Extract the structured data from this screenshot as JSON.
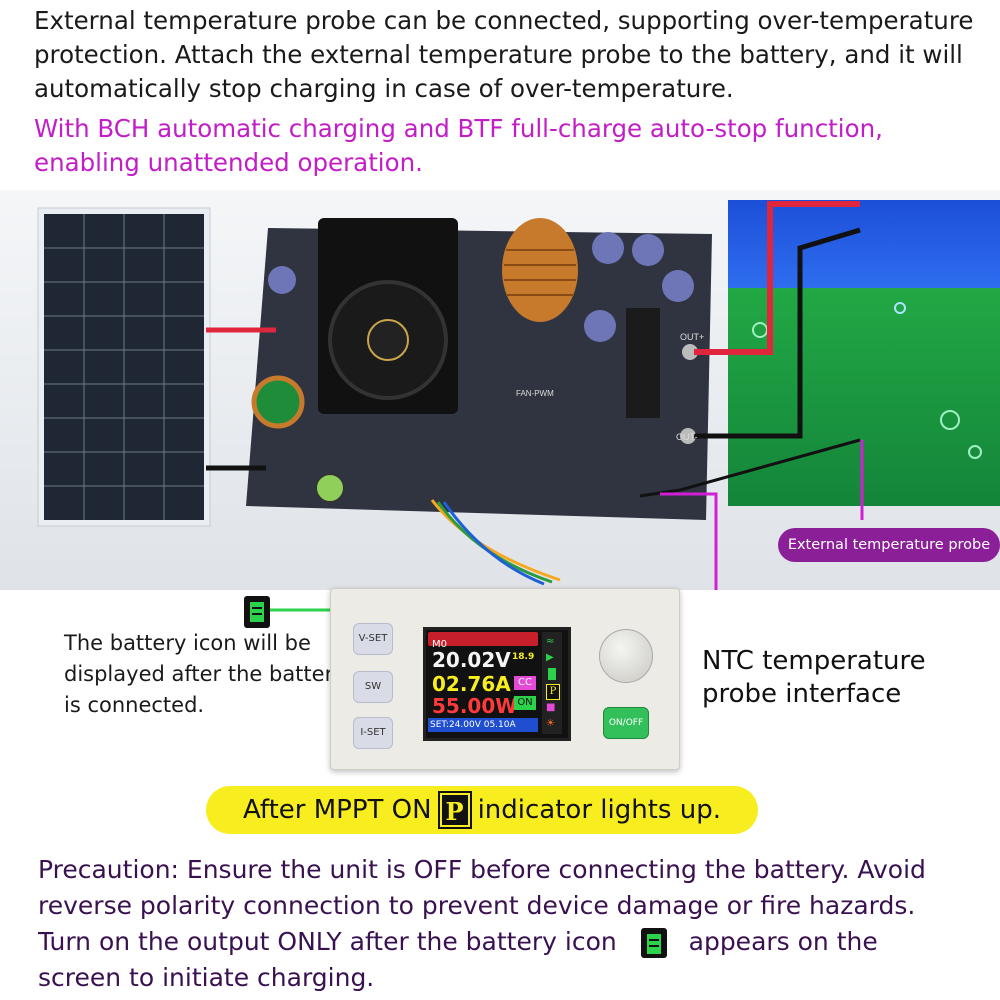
{
  "intro": {
    "text": "External temperature probe can be connected, supporting over-temperature protection. Attach the external temperature probe to the battery, and it will automatically stop charging in case of over-temperature.",
    "highlight": "With BCH automatic charging and BTF full-charge auto-stop function, enabling unattended operation."
  },
  "callouts": {
    "external_probe": "External temperature probe",
    "ntc_line1": "NTC temperature",
    "ntc_line2": "probe interface",
    "battery_icon_line1": "The battery icon will be",
    "battery_icon_line2": "displayed after the battery",
    "battery_icon_line3": "is connected."
  },
  "mppt_banner": {
    "before": "After MPPT ON",
    "badge": "P",
    "after": "indicator lights up."
  },
  "precaution": {
    "line1": "Precaution: Ensure the unit is OFF before connecting the battery. Avoid",
    "line2": "reverse polarity connection to prevent device damage or fire hazards.",
    "line3a": "Turn on the output ONLY after the battery icon",
    "line3b": "appears on the",
    "line4": "screen to initiate charging."
  },
  "device": {
    "buttons": {
      "vset": "V-SET",
      "sw": "SW",
      "iset": "I-SET",
      "onoff": "ON/OFF"
    },
    "screen": {
      "mode": "M0",
      "voltage": "20.02V",
      "current": "02.76A",
      "power": "55.00W",
      "temperature": "18.9",
      "cc": "CC",
      "on": "ON",
      "set_line": "SET:24.00V 05.10A",
      "p_indicator": "P"
    }
  },
  "board": {
    "labels": [
      "OUT+",
      "OUT-",
      "FAN-PWM"
    ]
  },
  "colors": {
    "highlight": "#c21dc8",
    "probe_label_bg": "#8a1f97",
    "banner_bg": "#f7ed1f",
    "precaution_text": "#3a1150"
  }
}
